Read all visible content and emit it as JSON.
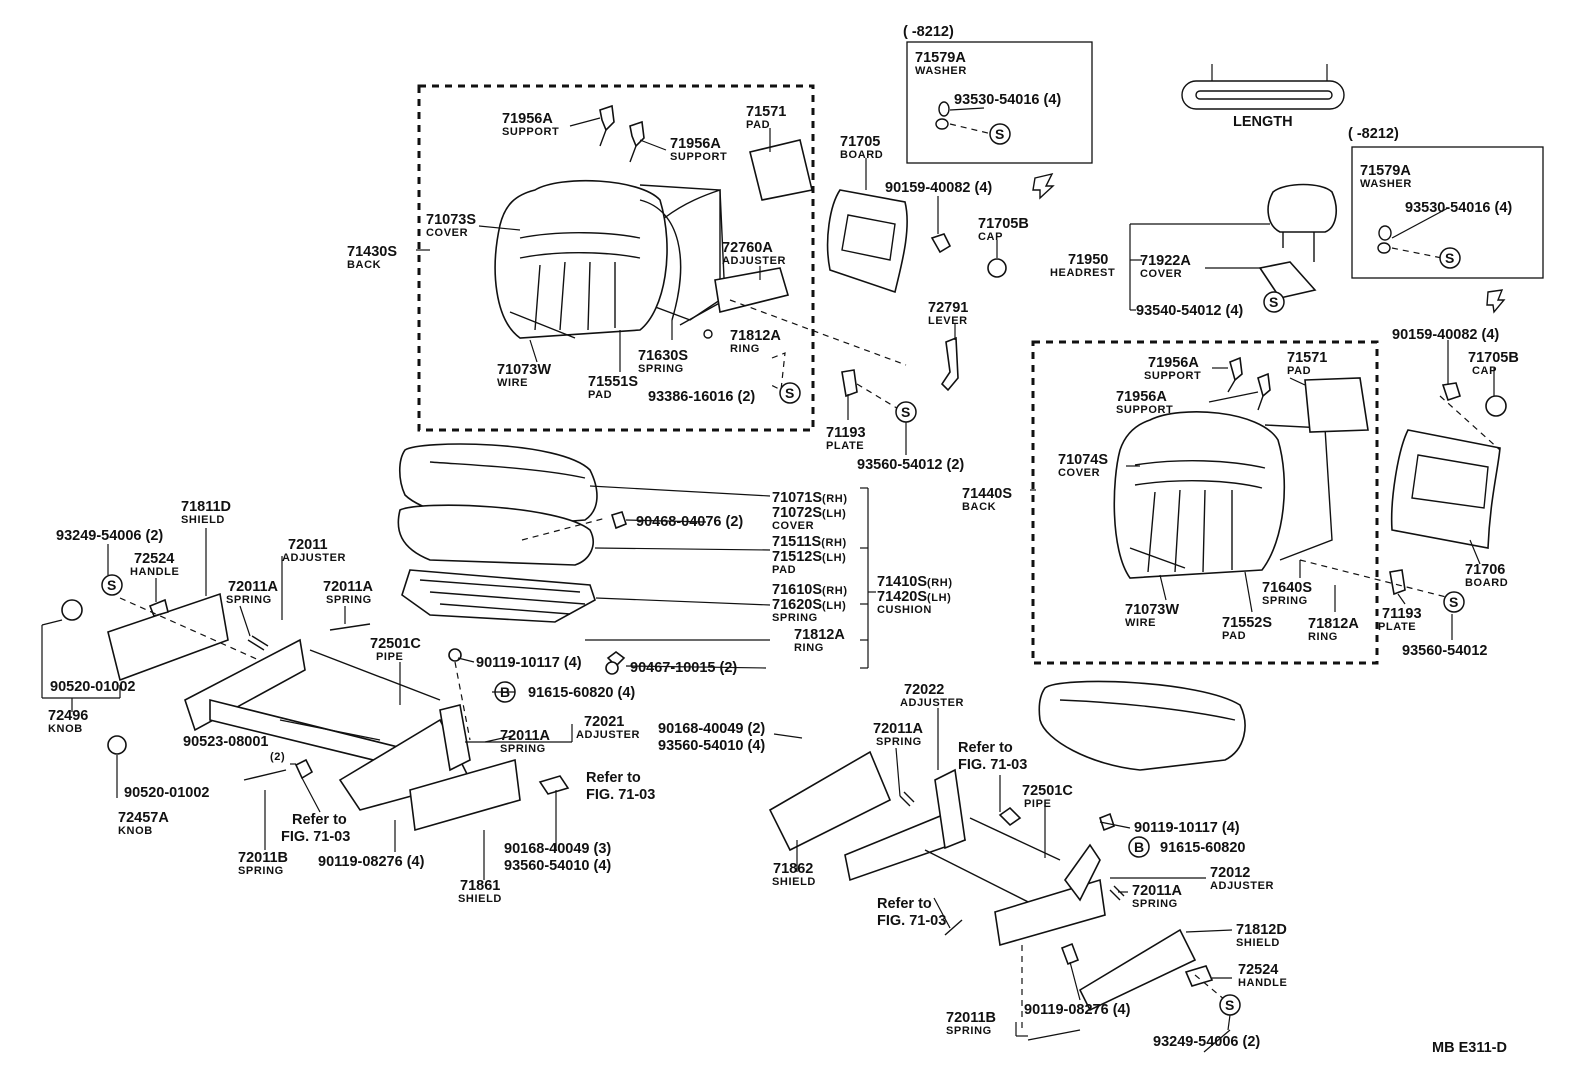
{
  "labels": [
    {
      "id": "l1",
      "lines": [
        "(      -8212)"
      ]
    },
    {
      "id": "l2",
      "lines": [
        "71579A",
        "WASHER"
      ]
    },
    {
      "id": "l3",
      "lines": [
        "93530-54016 (4)"
      ]
    },
    {
      "id": "l4",
      "lines": [
        "LENGTH"
      ]
    },
    {
      "id": "l5",
      "lines": [
        "(      -8212)"
      ]
    },
    {
      "id": "l6",
      "lines": [
        "71579A",
        "WASHER"
      ]
    },
    {
      "id": "l7",
      "lines": [
        "93530-54016 (4)"
      ]
    },
    {
      "id": "l8",
      "lines": [
        "71571",
        "PAD"
      ]
    },
    {
      "id": "l9",
      "lines": [
        "71956A",
        "SUPPORT"
      ]
    },
    {
      "id": "l10",
      "lines": [
        "71956A",
        "SUPPORT"
      ]
    },
    {
      "id": "l11",
      "lines": [
        "71705",
        "BOARD"
      ]
    },
    {
      "id": "l12",
      "lines": [
        "90159-40082 (4)"
      ]
    },
    {
      "id": "l13",
      "lines": [
        "71705B",
        "CAP"
      ]
    },
    {
      "id": "l14",
      "lines": [
        "71073S",
        "COVER"
      ]
    },
    {
      "id": "l15",
      "lines": [
        "71430S",
        "BACK"
      ]
    },
    {
      "id": "l16",
      "lines": [
        "72760A",
        "ADJUSTER"
      ]
    },
    {
      "id": "l17",
      "lines": [
        "72791",
        "LEVER"
      ]
    },
    {
      "id": "l18",
      "lines": [
        "71812A",
        "RING"
      ]
    },
    {
      "id": "l19",
      "lines": [
        "71630S",
        "SPRING"
      ]
    },
    {
      "id": "l20",
      "lines": [
        "71073W",
        "WIRE"
      ]
    },
    {
      "id": "l21",
      "lines": [
        "71551S",
        "PAD"
      ]
    },
    {
      "id": "l22",
      "lines": [
        "93386-16016 (2)"
      ]
    },
    {
      "id": "l23",
      "lines": [
        "71193",
        "PLATE"
      ]
    },
    {
      "id": "l24",
      "lines": [
        "93560-54012 (2)"
      ]
    },
    {
      "id": "l25",
      "lines": [
        "71950",
        "HEADREST"
      ]
    },
    {
      "id": "l26",
      "lines": [
        "71922A",
        "COVER"
      ]
    },
    {
      "id": "l27",
      "lines": [
        "93540-54012 (4)"
      ]
    },
    {
      "id": "l28",
      "lines": [
        "90159-40082 (4)"
      ]
    },
    {
      "id": "l29",
      "lines": [
        "71705B",
        "CAP"
      ]
    },
    {
      "id": "l30",
      "lines": [
        "71956A",
        "SUPPORT"
      ]
    },
    {
      "id": "l31",
      "lines": [
        "71571",
        "PAD"
      ]
    },
    {
      "id": "l32",
      "lines": [
        "71956A",
        "SUPPORT"
      ]
    },
    {
      "id": "l33",
      "lines": [
        "71074S",
        "COVER"
      ]
    },
    {
      "id": "l34",
      "lines": [
        "71440S",
        "BACK"
      ]
    },
    {
      "id": "l35",
      "lines": [
        "71073W",
        "WIRE"
      ]
    },
    {
      "id": "l36",
      "lines": [
        "71552S",
        "PAD"
      ]
    },
    {
      "id": "l37",
      "lines": [
        "71640S",
        "SPRING"
      ]
    },
    {
      "id": "l38",
      "lines": [
        "71812A",
        "RING"
      ]
    },
    {
      "id": "l39",
      "lines": [
        "71193",
        "PLATE"
      ]
    },
    {
      "id": "l40",
      "lines": [
        "71706",
        "BOARD"
      ]
    },
    {
      "id": "l41",
      "lines": [
        "93560-54012"
      ]
    },
    {
      "id": "l42",
      "lines": [
        "71071S",
        "71072S",
        "COVER"
      ]
    },
    {
      "id": "l43",
      "lines": [
        "90468-04076 (2)"
      ]
    },
    {
      "id": "l44",
      "lines": [
        "71511S",
        "71512S",
        "PAD"
      ]
    },
    {
      "id": "l45",
      "lines": [
        "71610S",
        "71620S",
        "SPRING"
      ]
    },
    {
      "id": "l46",
      "lines": [
        "71410S",
        "71420S",
        "CUSHION"
      ]
    },
    {
      "id": "l47",
      "lines": [
        "71812A",
        "RING"
      ]
    },
    {
      "id": "l48",
      "lines": [
        "90467-10015 (2)"
      ]
    },
    {
      "id": "l49",
      "lines": [
        "71811D",
        "SHIELD"
      ]
    },
    {
      "id": "l50",
      "lines": [
        "93249-54006 (2)"
      ]
    },
    {
      "id": "l51",
      "lines": [
        "72524",
        "HANDLE"
      ]
    },
    {
      "id": "l52",
      "lines": [
        "72011",
        "ADJUSTER"
      ]
    },
    {
      "id": "l53",
      "lines": [
        "72011A",
        "SPRING"
      ]
    },
    {
      "id": "l54",
      "lines": [
        "72011A",
        "SPRING"
      ]
    },
    {
      "id": "l55",
      "lines": [
        "72501C",
        "PIPE"
      ]
    },
    {
      "id": "l56",
      "lines": [
        "90119-10117 (4)"
      ]
    },
    {
      "id": "l57",
      "lines": [
        "91615-60820 (4)"
      ]
    },
    {
      "id": "l58",
      "lines": [
        "72011A",
        "SPRING"
      ]
    },
    {
      "id": "l59",
      "lines": [
        "72021",
        "ADJUSTER"
      ]
    },
    {
      "id": "l60",
      "lines": [
        "90168-40049 (2)"
      ]
    },
    {
      "id": "l61",
      "lines": [
        "93560-54010 (4)"
      ]
    },
    {
      "id": "l62",
      "lines": [
        "90520-01002"
      ]
    },
    {
      "id": "l63",
      "lines": [
        "72496",
        "KNOB"
      ]
    },
    {
      "id": "l64",
      "lines": [
        "90523-08001",
        "(2)"
      ]
    },
    {
      "id": "l65",
      "lines": [
        "90520-01002"
      ]
    },
    {
      "id": "l66",
      "lines": [
        "72457A",
        "KNOB"
      ]
    },
    {
      "id": "l67",
      "lines": [
        "Refer to",
        "FIG. 71-03"
      ]
    },
    {
      "id": "l68",
      "lines": [
        "Refer to",
        "FIG. 71-03"
      ]
    },
    {
      "id": "l69",
      "lines": [
        "72011B",
        "SPRING"
      ]
    },
    {
      "id": "l70",
      "lines": [
        "90119-08276 (4)"
      ]
    },
    {
      "id": "l71",
      "lines": [
        "71861",
        "SHIELD"
      ]
    },
    {
      "id": "l72",
      "lines": [
        "90168-40049 (3)"
      ]
    },
    {
      "id": "l73",
      "lines": [
        "93560-54010 (4)"
      ]
    },
    {
      "id": "l74",
      "lines": [
        "72022",
        "ADJUSTER"
      ]
    },
    {
      "id": "l75",
      "lines": [
        "72011A",
        "SPRING"
      ]
    },
    {
      "id": "l76",
      "lines": [
        "Refer to",
        "FIG. 71-03"
      ]
    },
    {
      "id": "l77",
      "lines": [
        "72501C",
        "PIPE"
      ]
    },
    {
      "id": "l78",
      "lines": [
        "90119-10117 (4)"
      ]
    },
    {
      "id": "l79",
      "lines": [
        "91615-60820"
      ]
    },
    {
      "id": "l80",
      "lines": [
        "72012",
        "ADJUSTER"
      ]
    },
    {
      "id": "l81",
      "lines": [
        "72011A",
        "SPRING"
      ]
    },
    {
      "id": "l82",
      "lines": [
        "71862",
        "SHIELD"
      ]
    },
    {
      "id": "l83",
      "lines": [
        "Refer to",
        "FIG. 71-03"
      ]
    },
    {
      "id": "l84",
      "lines": [
        "71812D",
        "SHIELD"
      ]
    },
    {
      "id": "l85",
      "lines": [
        "72524",
        "HANDLE"
      ]
    },
    {
      "id": "l86",
      "lines": [
        "90119-08276 (4)"
      ]
    },
    {
      "id": "l87",
      "lines": [
        "72011B",
        "SPRING"
      ]
    },
    {
      "id": "l88",
      "lines": [
        "93249-54006 (2)"
      ]
    },
    {
      "id": "l89",
      "lines": [
        "MB E311-D"
      ]
    }
  ],
  "side_marks": {
    "rh": "(RH)",
    "lh": "(LH)"
  },
  "badges": {
    "s": "S",
    "b": "B"
  }
}
